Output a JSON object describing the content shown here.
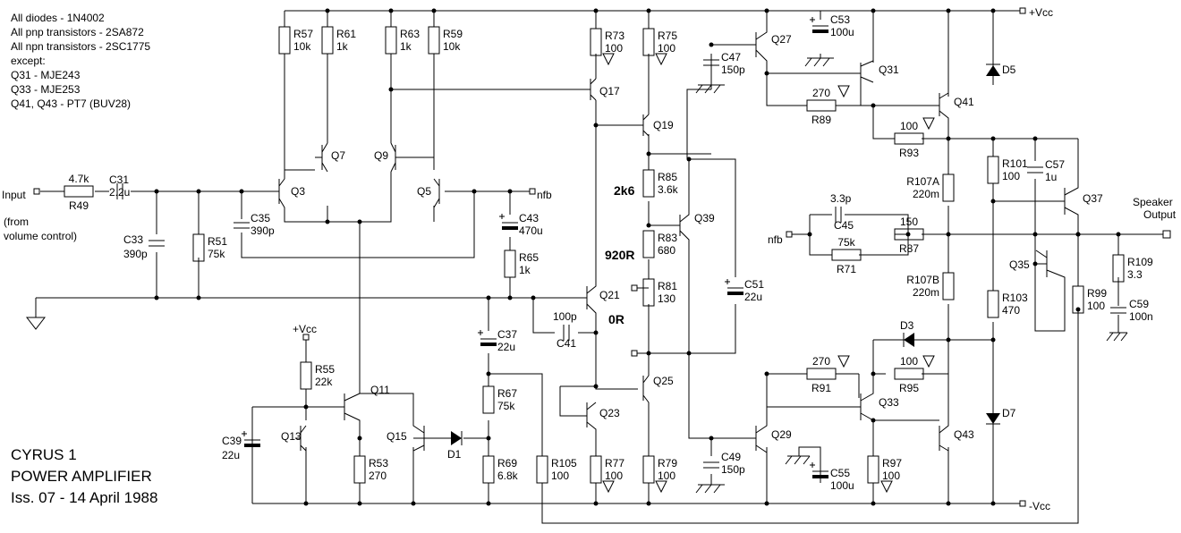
{
  "notes": {
    "line1": "All diodes - 1N4002",
    "line2": "All pnp transistors - 2SA872",
    "line3": "All npn transistors - 2SC1775",
    "line4": "except:",
    "line5": "Q31 - MJE243",
    "line6": "Q33 - MJE253",
    "line7": "Q41, Q43 - PT7 (BUV28)"
  },
  "title": {
    "line1": "CYRUS 1",
    "line2": "POWER AMPLIFIER",
    "line3": "Iss. 07 - 14 April 1988"
  },
  "terminals": {
    "input": "Input",
    "input_note1": "(from",
    "input_note2": "volume control)",
    "nfb": "nfb",
    "nfb2": "nfb",
    "vcc_pos": "+Vcc",
    "vcc_neg": "-Vcc",
    "vcc_small": "+Vcc",
    "speaker1": "Speaker",
    "speaker2": "Output"
  },
  "trim_labels": {
    "t1": "2k6",
    "t2": "920R",
    "t3": "0R"
  },
  "resistors": {
    "R49": [
      "R49",
      "4.7k"
    ],
    "R51": [
      "R51",
      "75k"
    ],
    "R57": [
      "R57",
      "10k"
    ],
    "R61": [
      "R61",
      "1k"
    ],
    "R63": [
      "R63",
      "1k"
    ],
    "R59": [
      "R59",
      "10k"
    ],
    "R73": [
      "R73",
      "100"
    ],
    "R75": [
      "R75",
      "100"
    ],
    "R65": [
      "R65",
      "1k"
    ],
    "R85": [
      "R85",
      "3.6k"
    ],
    "R83": [
      "R83",
      "680"
    ],
    "R81": [
      "R81",
      "130"
    ],
    "R89": [
      "R89",
      "270"
    ],
    "R93": [
      "R93",
      "100"
    ],
    "R101": [
      "R101",
      "100"
    ],
    "R107A": [
      "R107A",
      "220m"
    ],
    "R87": [
      "R87",
      "150"
    ],
    "R71": [
      "R71",
      "75k"
    ],
    "R107B": [
      "R107B",
      "220m"
    ],
    "R103": [
      "R103",
      "470"
    ],
    "R91": [
      "R91",
      "270"
    ],
    "R95": [
      "R95",
      "100"
    ],
    "R109": [
      "R109",
      "3.3"
    ],
    "R99": [
      "R99",
      "100"
    ],
    "R55": [
      "R55",
      "22k"
    ],
    "R53": [
      "R53",
      "270"
    ],
    "R67": [
      "R67",
      "75k"
    ],
    "R69": [
      "R69",
      "6.8k"
    ],
    "R105": [
      "R105",
      "100"
    ],
    "R77": [
      "R77",
      "100"
    ],
    "R79": [
      "R79",
      "100"
    ],
    "R97": [
      "R97",
      "100"
    ]
  },
  "capacitors": {
    "C31": [
      "C31",
      "2.2u"
    ],
    "C33": [
      "C33",
      "390p"
    ],
    "C35": [
      "C35",
      "390p"
    ],
    "C43": [
      "C43",
      "470u"
    ],
    "C47": [
      "C47",
      "150p"
    ],
    "C53": [
      "C53",
      "100u"
    ],
    "C57": [
      "C57",
      "1u"
    ],
    "C45": [
      "C45",
      "3.3p"
    ],
    "C51": [
      "C51",
      "22u"
    ],
    "C41": [
      "C41",
      "100p"
    ],
    "C37": [
      "C37",
      "22u"
    ],
    "C39": [
      "C39",
      "22u"
    ],
    "C49": [
      "C49",
      "150p"
    ],
    "C55": [
      "C55",
      "100u"
    ],
    "C59": [
      "C59",
      "100n"
    ]
  },
  "transistors": {
    "Q3": "Q3",
    "Q7": "Q7",
    "Q9": "Q9",
    "Q5": "Q5",
    "Q17": "Q17",
    "Q19": "Q19",
    "Q27": "Q27",
    "Q31": "Q31",
    "Q41": "Q41",
    "Q37": "Q37",
    "Q39": "Q39",
    "Q21": "Q21",
    "Q35": "Q35",
    "Q11": "Q11",
    "Q13": "Q13",
    "Q15": "Q15",
    "Q25": "Q25",
    "Q23": "Q23",
    "Q29": "Q29",
    "Q33": "Q33",
    "Q43": "Q43"
  },
  "diodes": {
    "D1": "D1",
    "D3": "D3",
    "D5": "D5",
    "D7": "D7"
  }
}
